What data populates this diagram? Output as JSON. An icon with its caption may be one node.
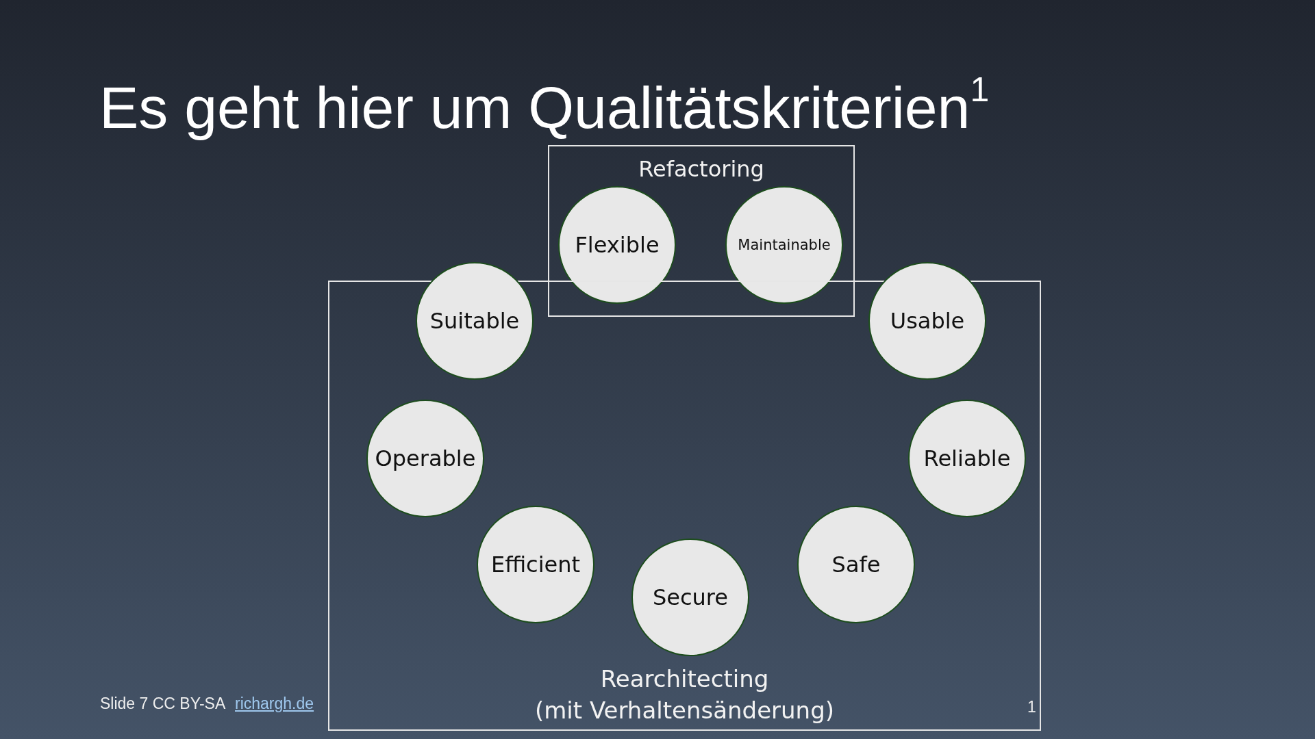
{
  "diagram": {
    "title": "Es geht hier um Qualitätskriterien$^{1}$",
    "nodes": [
      {
        "text": [
          "Refactoring"
        ]
      },
      {
        "text": [
          "Flexible"
        ],
        "in": 0
      },
      {
        "text": [
          "Maintainable"
        ],
        "in": 0
      },
      {
        "text": [
          "Rearchitecting",
          "(mit Verhaltensänderung)"
        ]
      },
      {
        "text": [
          "Suitable"
        ]
      },
      {
        "text": [
          "Usable"
        ]
      },
      {
        "text": [
          "Operable"
        ],
        "in": 3
      },
      {
        "text": [
          "Reliable"
        ],
        "in": 3
      },
      {
        "text": [
          "Efficient"
        ],
        "in": 3
      },
      {
        "text": [
          "Secure"
        ],
        "in": 3
      },
      {
        "text": [
          "Safe"
        ],
        "in": 3
      }
    ],
    "labels": [
      "Slide 7 CC BY-SA",
      "richargh.de",
      "1"
    ]
  }
}
